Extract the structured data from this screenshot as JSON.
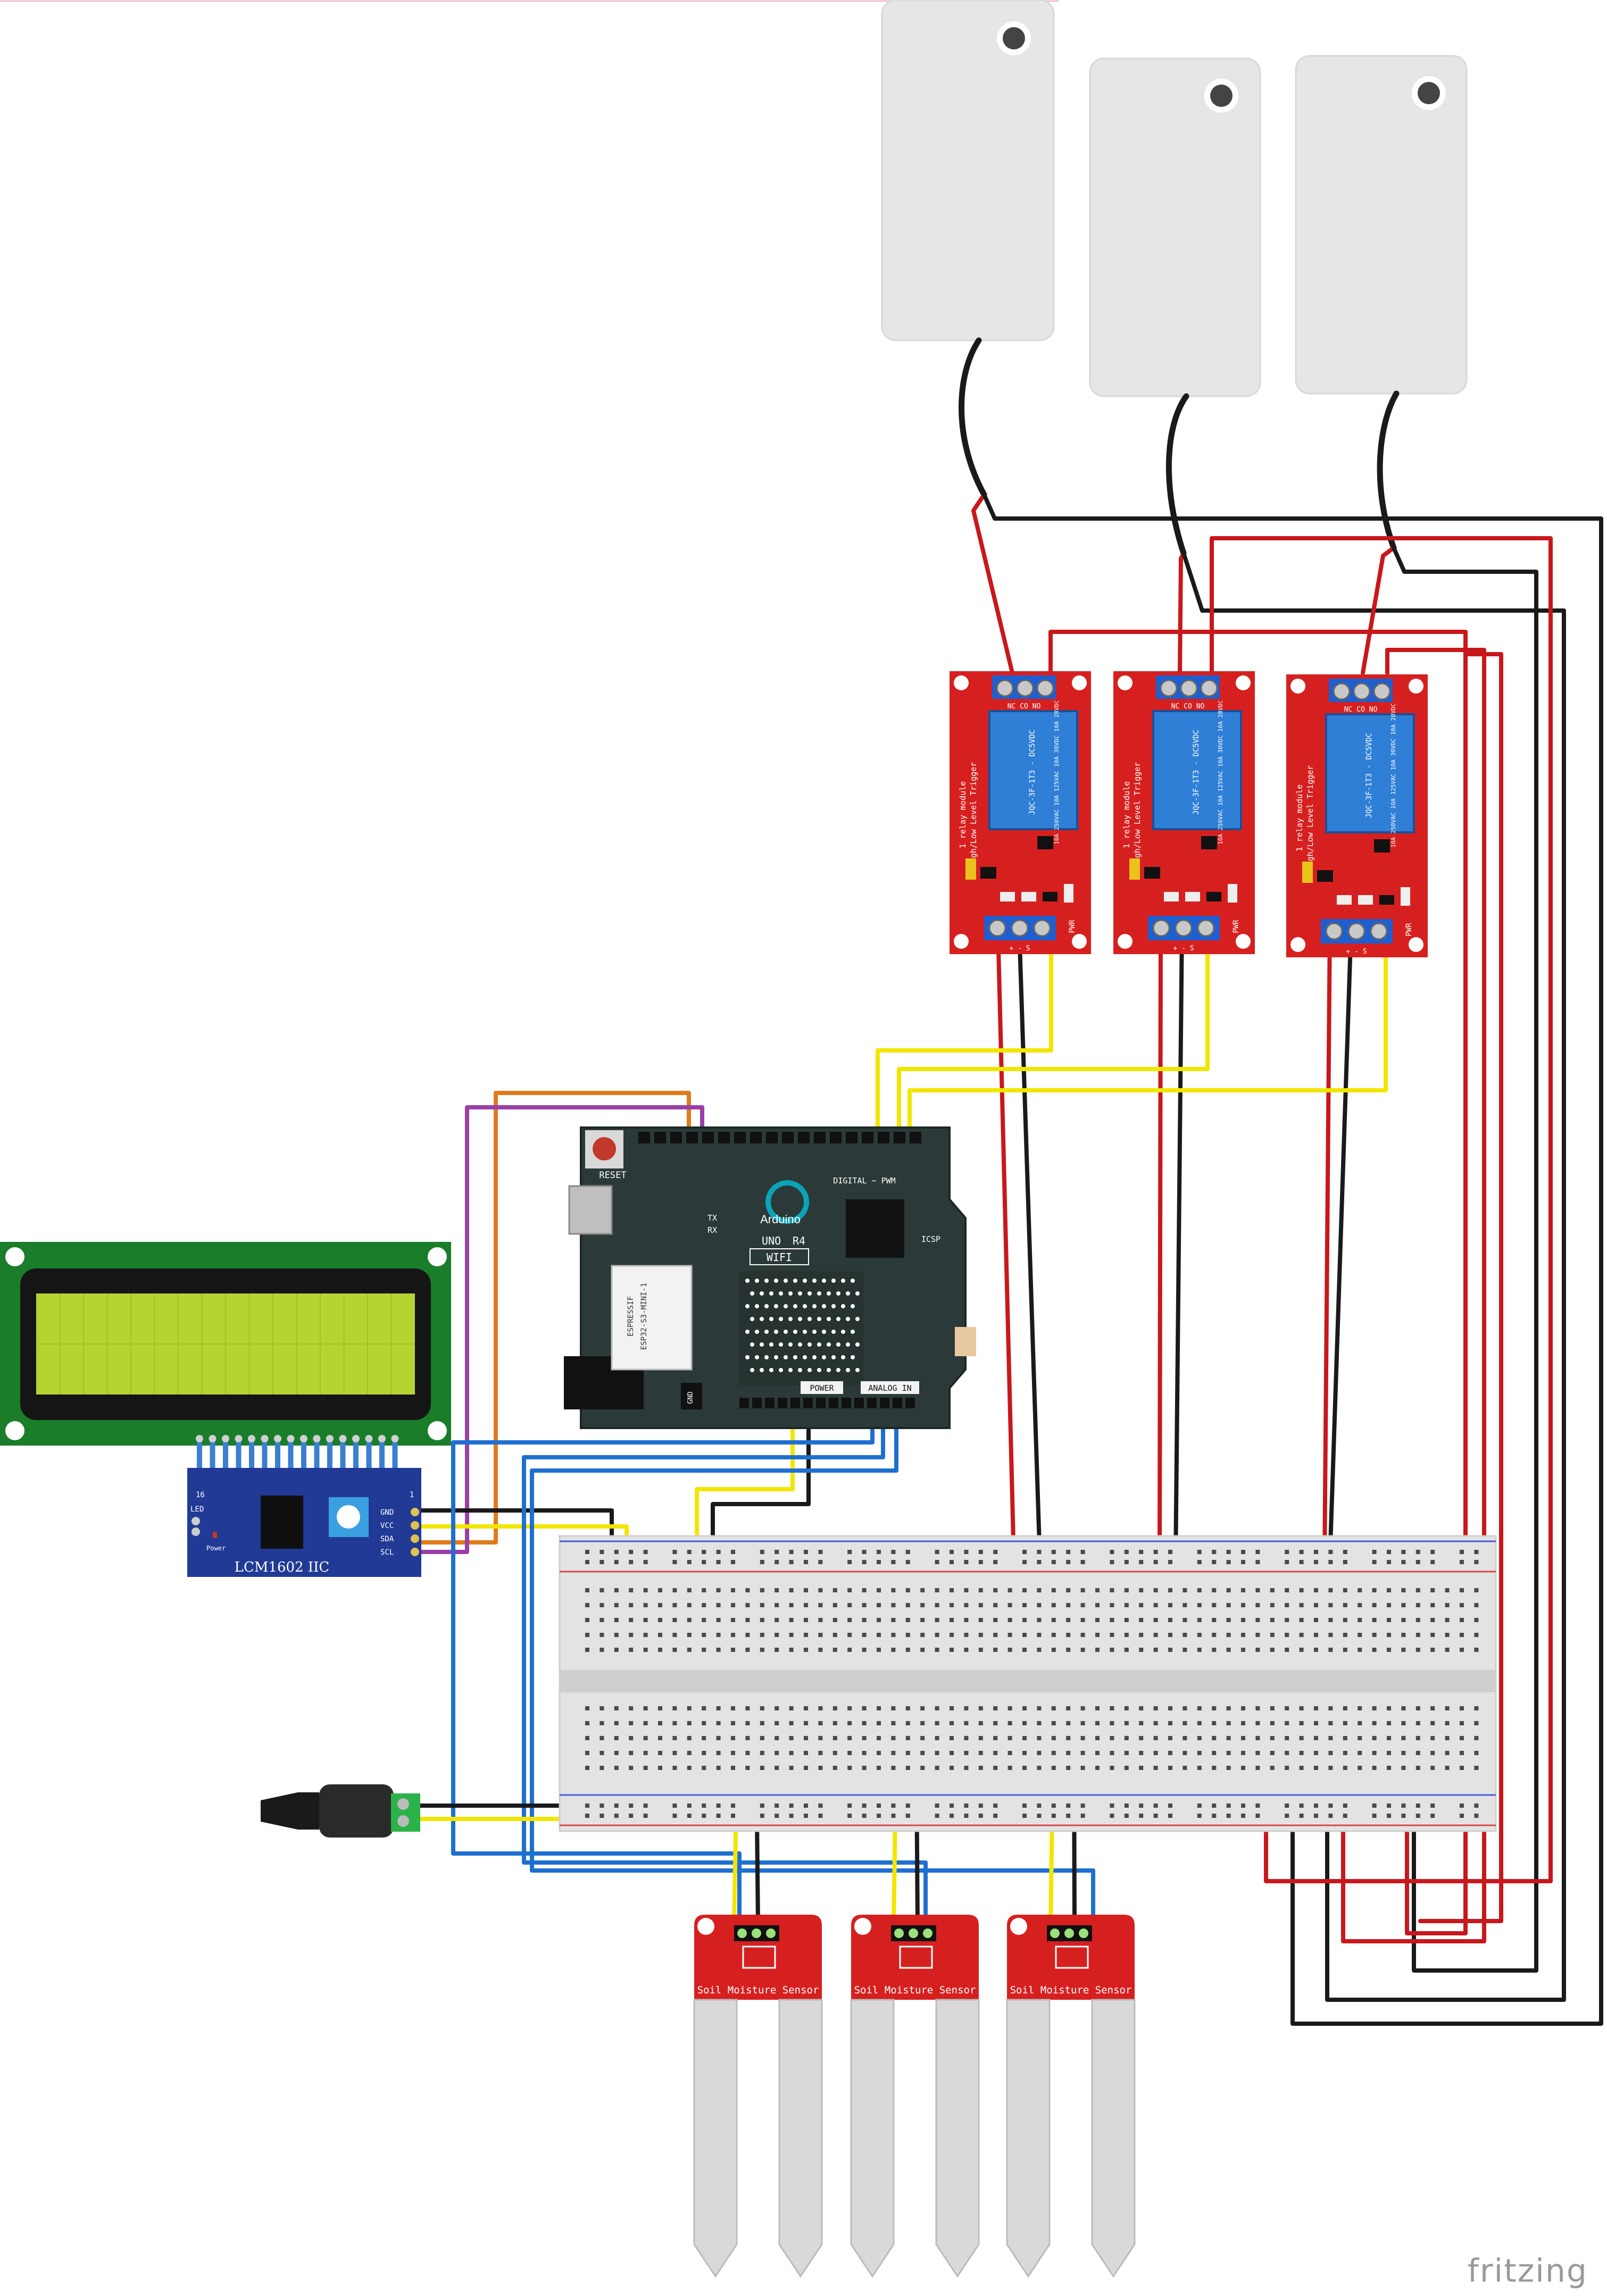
{
  "colors": {
    "wire_red": "#c8181c",
    "wire_black": "#1a1a1a",
    "wire_yellow": "#f2e600",
    "wire_blue": "#1f6fd1",
    "wire_orange": "#e07b1a",
    "wire_purple": "#9b3fa6",
    "relay_board": "#d6201f",
    "relay_coil": "#2f7fd6",
    "arduino_board": "#2b3a38",
    "lcd_pcb": "#1a7d2a",
    "lcd_screen": "#b5d430",
    "i2c_board": "#213a96",
    "pump_body": "#e6e6e6",
    "sensor_board": "#d6201f",
    "sensor_probe": "#d9d9d9",
    "breadboard": "#e3e3e3"
  },
  "arduino": {
    "reset_label": "RESET",
    "brand": "Arduino",
    "model": "UNO",
    "rev": "R4",
    "variant": "WIFI",
    "digital_label": "DIGITAL ~ PWM",
    "analog_label": "ANALOG IN",
    "power_label": "POWER",
    "icsp_label": "ICSP",
    "module_line1": "ESPRESSIF",
    "module_line2": "ESP32-S3-MINI-1",
    "gnd_label": "GND",
    "tx_label": "TX",
    "rx_label": "RX"
  },
  "relays": [
    {
      "label": "1 relay module",
      "sublabel": "High/Low Level Trigger",
      "part": "JQC-3F-1T3 - DC5VDC",
      "rating": "10A 250VAC  10A 125VAC  10A 30VDC  10A 28VDC",
      "top_pins": "NC  CO  NO",
      "bottom_pins": "+  -  S",
      "pwr": "PWR"
    },
    {
      "label": "1 relay module",
      "sublabel": "High/Low Level Trigger",
      "part": "JQC-3F-1T3 - DC5VDC",
      "rating": "10A 250VAC  10A 125VAC  10A 30VDC  10A 28VDC",
      "top_pins": "NC  CO  NO",
      "bottom_pins": "+  -  S",
      "pwr": "PWR"
    },
    {
      "label": "1 relay module",
      "sublabel": "High/Low Level Trigger",
      "part": "JQC-3F-1T3 - DC5VDC",
      "rating": "10A 250VAC  10A 125VAC  10A 30VDC  10A 28VDC",
      "top_pins": "NC  CO  NO",
      "bottom_pins": "+  -  S",
      "pwr": "PWR"
    }
  ],
  "lcd": {
    "module_label": "LCM1602 IIC",
    "pin_16": "16",
    "pin_1": "1",
    "led_label": "LED",
    "power_label": "Power",
    "pins": [
      "GND",
      "VCC",
      "SDA",
      "SCL"
    ]
  },
  "sensors": [
    {
      "label": "Soil Moisture Sensor"
    },
    {
      "label": "Soil Moisture Sensor"
    },
    {
      "label": "Soil Moisture Sensor"
    }
  ],
  "footer": {
    "watermark": "fritzing"
  }
}
